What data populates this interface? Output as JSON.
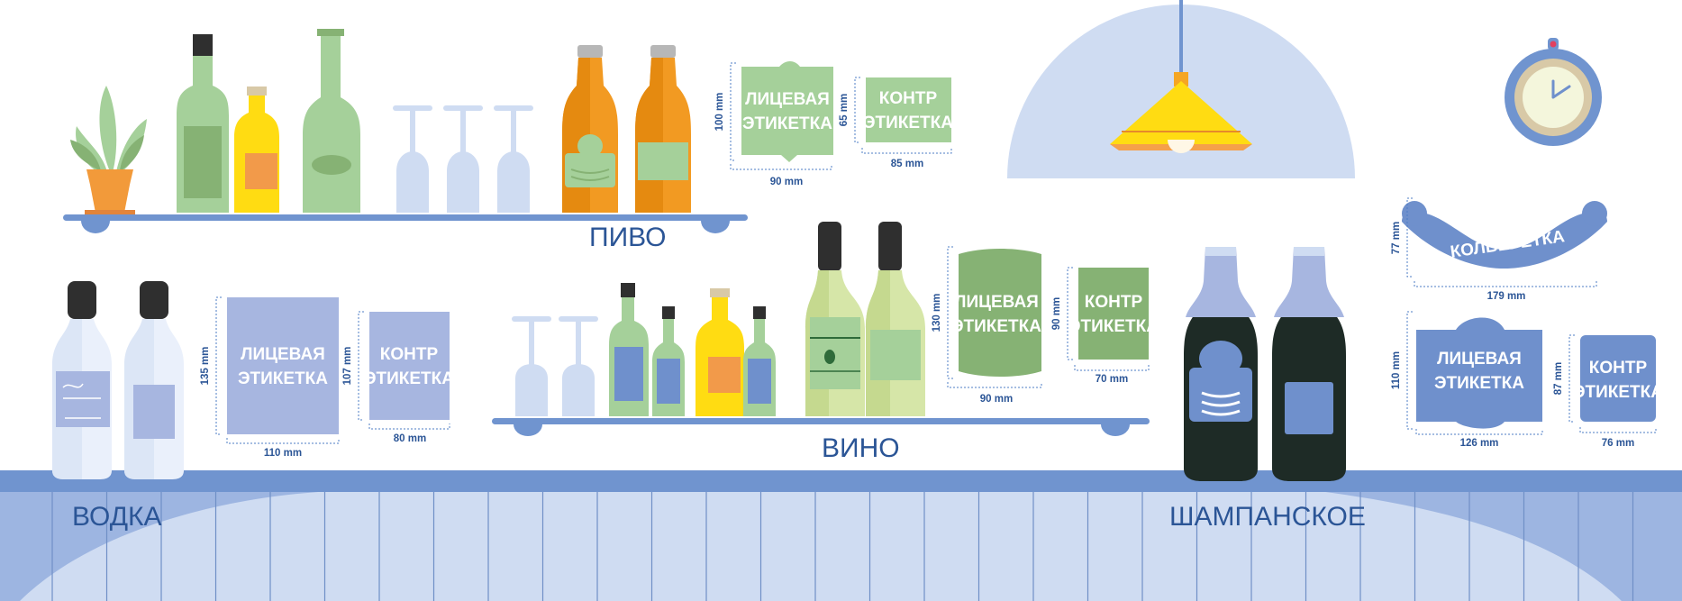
{
  "sections": {
    "beer": "ПИВО",
    "wine": "ВИНО",
    "vodka": "ВОДКА",
    "champagne": "ШАМПАНСКОЕ"
  },
  "labels": {
    "face_line1": "ЛИЦЕВАЯ",
    "face_line2": "ЭТИКЕТКА",
    "back_line1": "КОНТР",
    "back_line2": "ЭТИКЕТКА",
    "collar": "КОЛЬЕРЕТКА"
  },
  "dimensions": {
    "beer_face_h": "100 mm",
    "beer_face_w": "90 mm",
    "beer_back_h": "65 mm",
    "beer_back_w": "85 mm",
    "wine_face_h": "130 mm",
    "wine_face_w": "90 mm",
    "wine_back_h": "90 mm",
    "wine_back_w": "70 mm",
    "vodka_face_h": "135 mm",
    "vodka_face_w": "110 mm",
    "vodka_back_h": "107 mm",
    "vodka_back_w": "80 mm",
    "collar_h": "77 mm",
    "collar_w": "179 mm",
    "champ_face_h": "110 mm",
    "champ_face_w": "126 mm",
    "champ_back_h": "87 mm",
    "champ_back_w": "76 mm"
  },
  "colors": {
    "shelf": "#7094cf",
    "counter_top": "#7094cf",
    "counter_panel": "#cfdcf2",
    "green_label": "#a5d09a",
    "dark_green_label": "#86b274",
    "blue_label": "#6f90cc",
    "lavender_label": "#a7b6e0",
    "section_text": "#2b5596",
    "lamp": "#ffdc12"
  },
  "icons": {
    "plant": "potted-plant-icon",
    "lamp": "ceiling-lamp-icon",
    "clock": "wall-clock-icon"
  }
}
